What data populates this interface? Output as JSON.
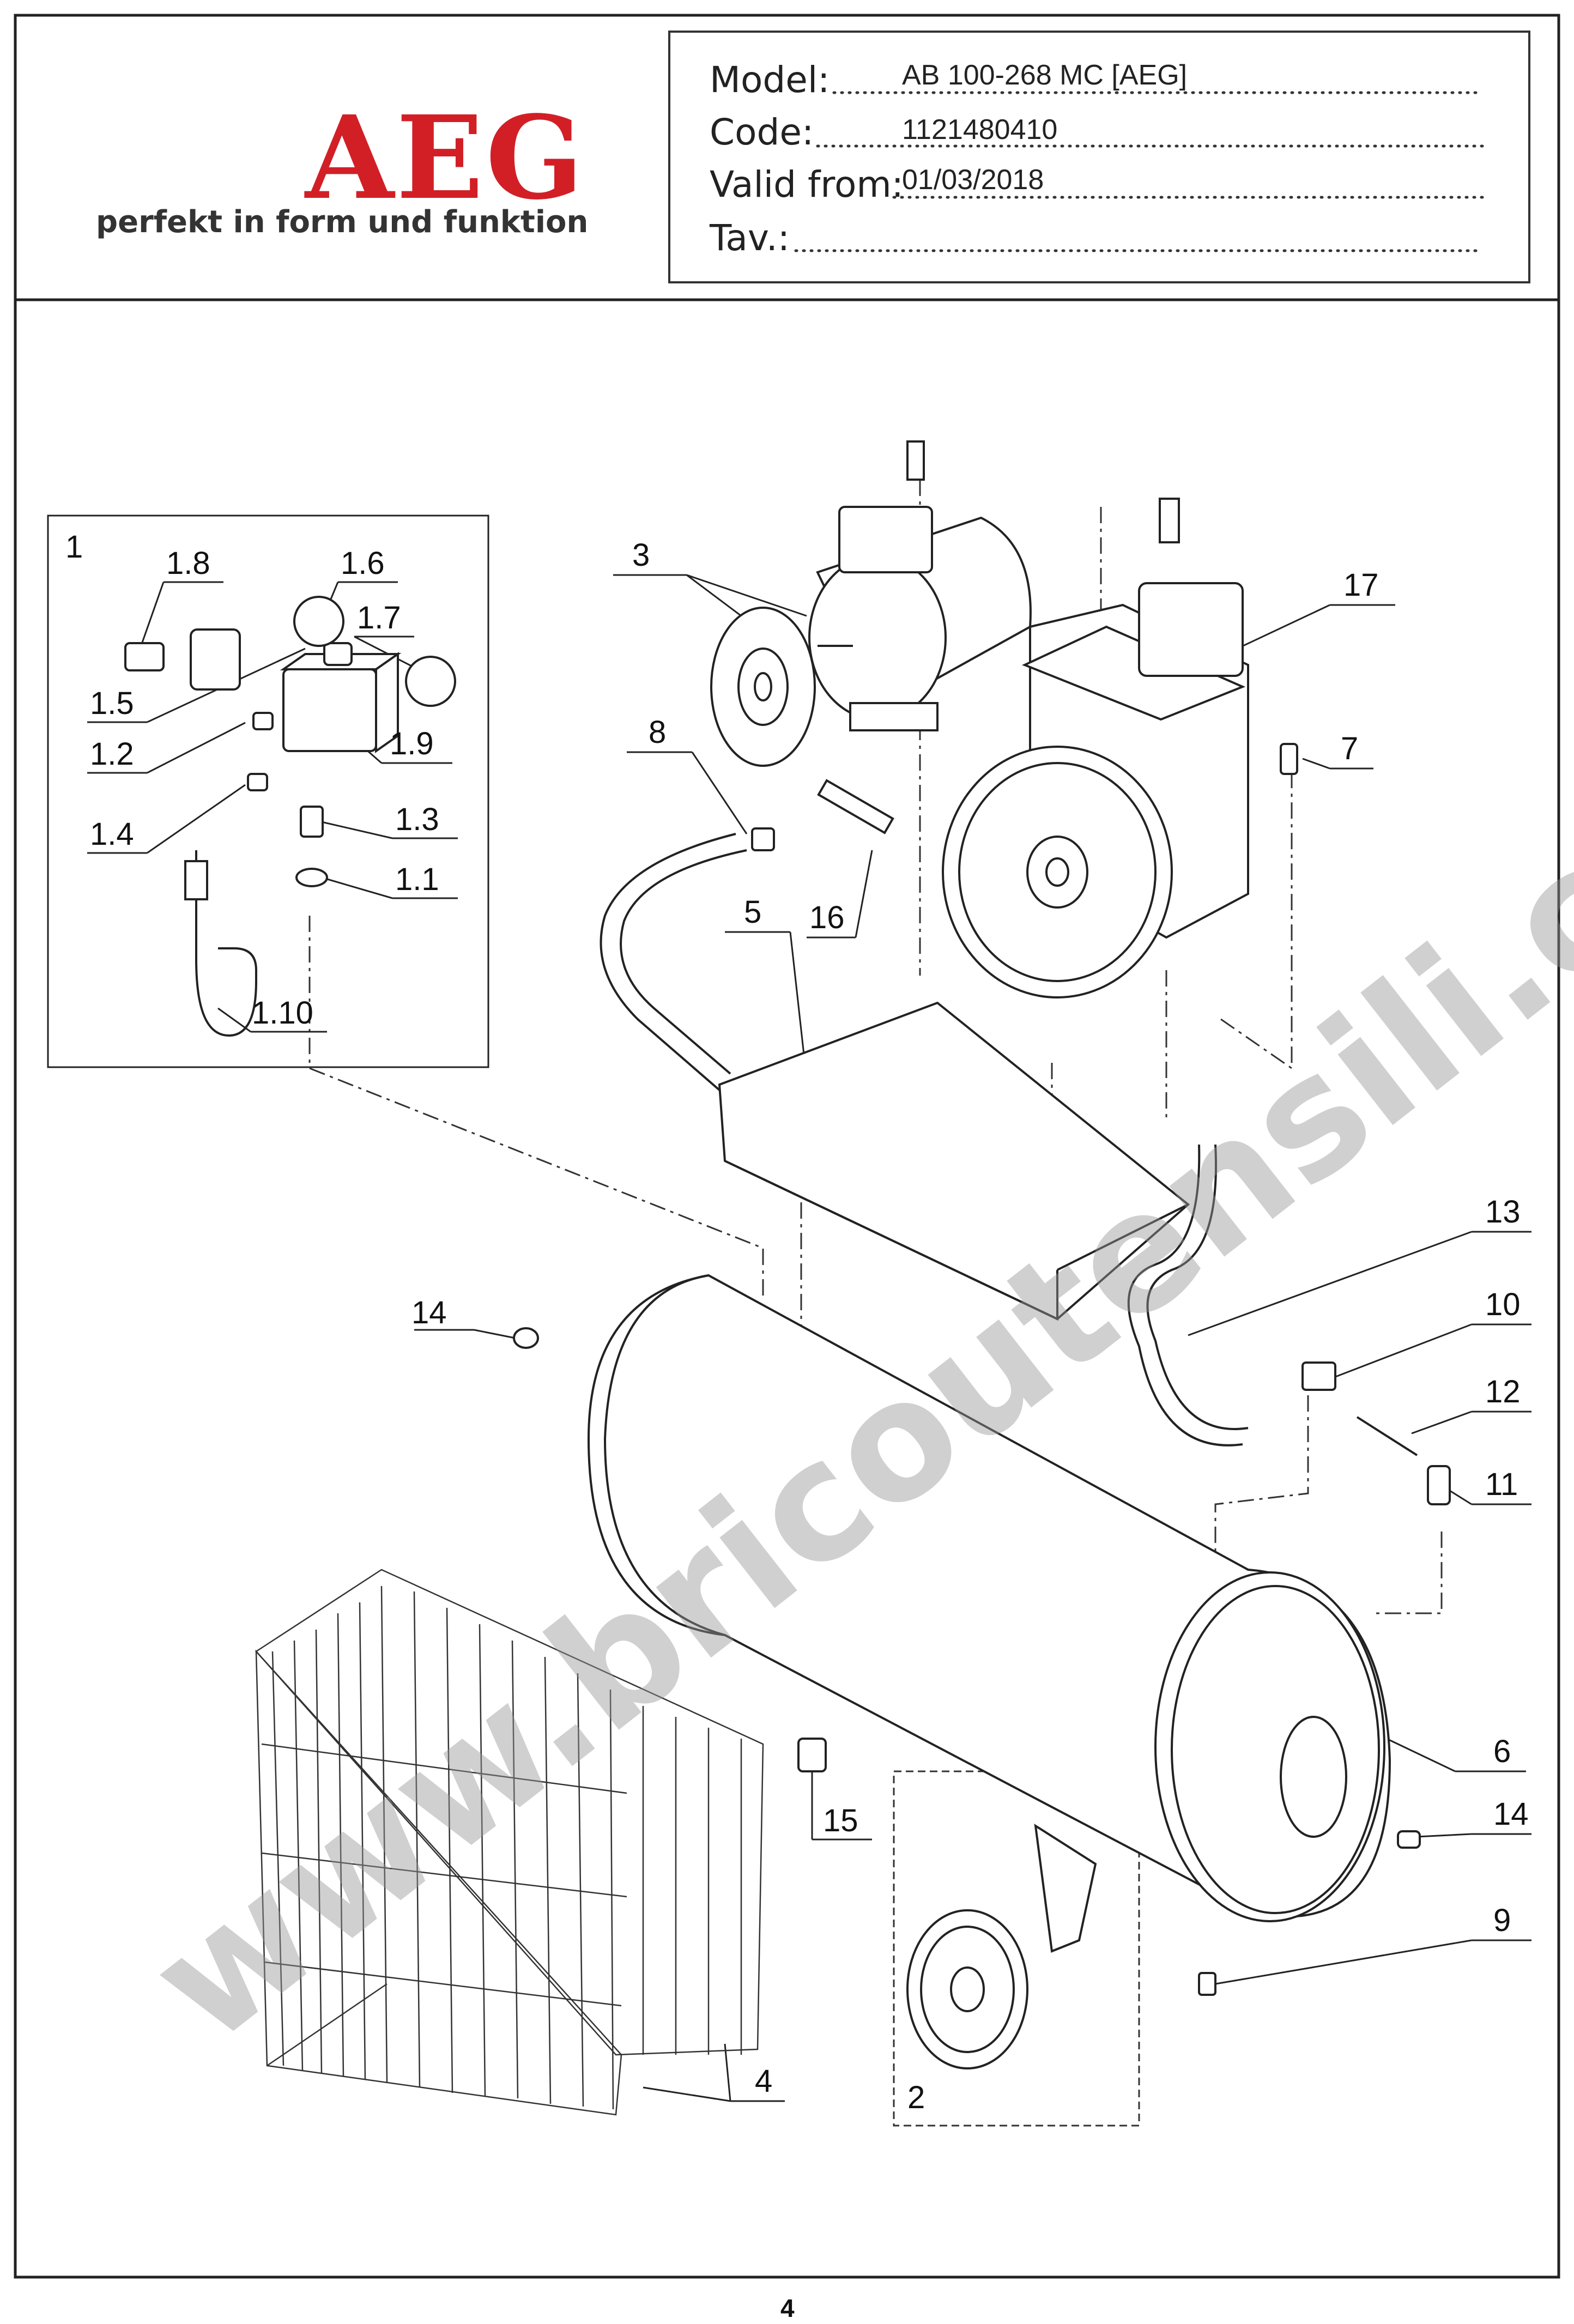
{
  "header": {
    "brand": "AEG",
    "tagline": "perfekt in form und funktion",
    "fields": [
      {
        "label": "Model:",
        "value": "AB 100-268 MC [AEG]"
      },
      {
        "label": "Code:",
        "value": "1121480410"
      },
      {
        "label": "Valid from:",
        "value": "01/03/2018"
      },
      {
        "label": "Tav.:",
        "value": ""
      }
    ]
  },
  "watermark": "www.bricoutensili.com",
  "callouts": {
    "c1": "1",
    "c1_8": "1.8",
    "c1_6": "1.6",
    "c1_7": "1.7",
    "c1_5": "1.5",
    "c1_2": "1.2",
    "c1_9": "1.9",
    "c1_4": "1.4",
    "c1_3": "1.3",
    "c1_1": "1.1",
    "c1_10": "1.10",
    "c2": "2",
    "c3": "3",
    "c4": "4",
    "c5": "5",
    "c6": "6",
    "c7": "7",
    "c8": "8",
    "c9": "9",
    "c10": "10",
    "c11": "11",
    "c12": "12",
    "c13": "13",
    "c14a": "14",
    "c14b": "14",
    "c15": "15",
    "c16": "16",
    "c17": "17"
  },
  "footer": {
    "page_number": "4"
  },
  "colors": {
    "brand_red": "#d21f26",
    "line": "#1a1a1a",
    "watermark": "#969696"
  }
}
